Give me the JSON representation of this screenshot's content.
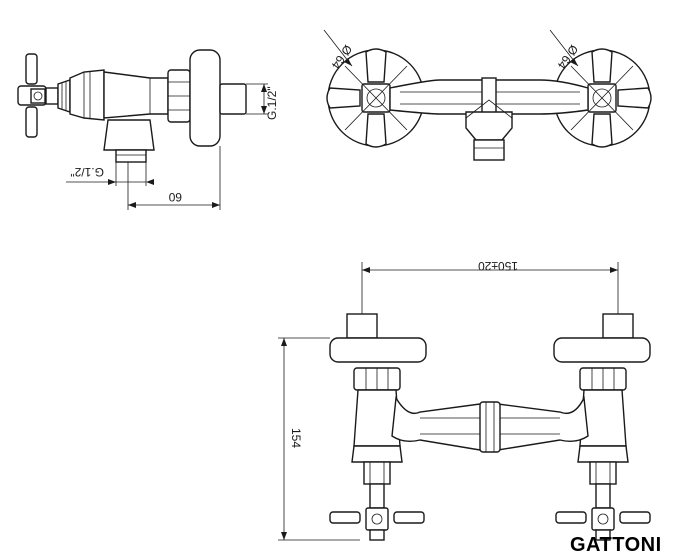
{
  "dimensions": {
    "side_width": "60",
    "side_inlet_thread": "G.1/2\"",
    "side_outlet_thread": "G.1/2\"",
    "top_left_diameter": "Ø 64",
    "top_right_diameter": "Ø 64",
    "front_spacing": "150±20",
    "front_height": "154"
  },
  "brand": {
    "name": "GATTONI"
  }
}
